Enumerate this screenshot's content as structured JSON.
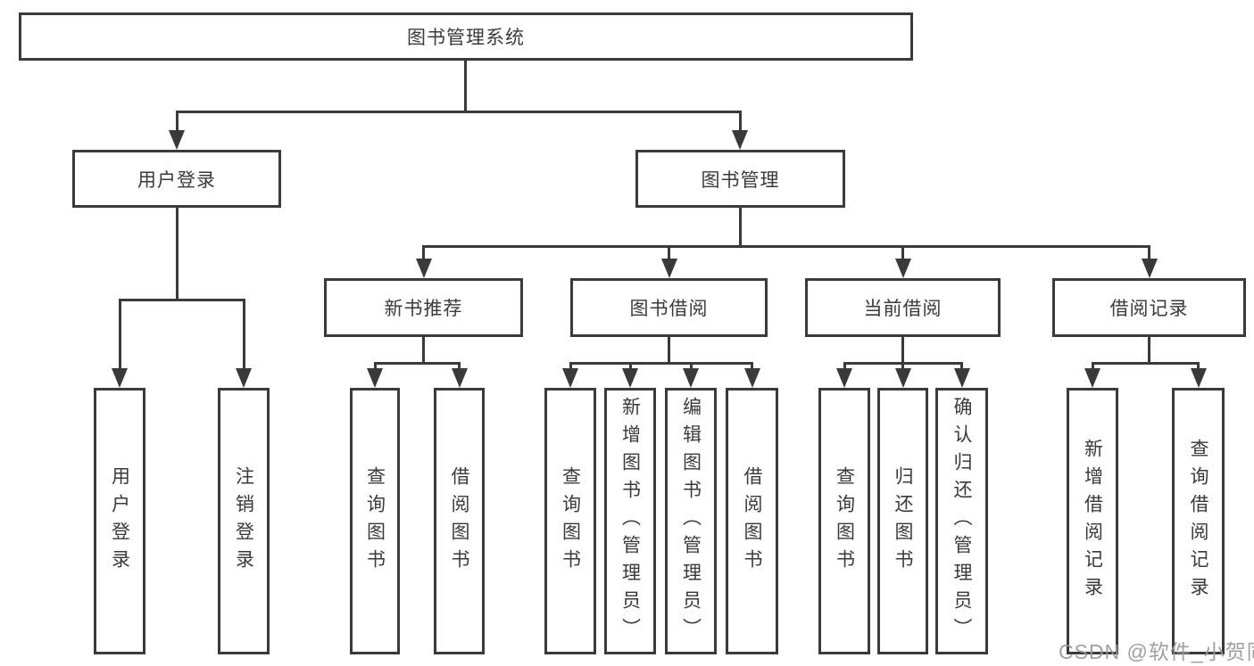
{
  "tree": {
    "root": {
      "label": "图书管理系统"
    },
    "level1": [
      {
        "label": "用户登录",
        "children": [
          {
            "label": "用户登录"
          },
          {
            "label": "注销登录"
          }
        ]
      },
      {
        "label": "图书管理",
        "children": [
          {
            "label": "新书推荐",
            "children": [
              {
                "label": "查询图书"
              },
              {
                "label": "借阅图书"
              }
            ]
          },
          {
            "label": "图书借阅",
            "children": [
              {
                "label": "查询图书"
              },
              {
                "label": "新增图书（管理员）"
              },
              {
                "label": "编辑图书（管理员）"
              },
              {
                "label": "借阅图书"
              }
            ]
          },
          {
            "label": "当前借阅",
            "children": [
              {
                "label": "查询图书"
              },
              {
                "label": "归还图书"
              },
              {
                "label": "确认归还（管理员）"
              }
            ]
          },
          {
            "label": "借阅记录",
            "children": [
              {
                "label": "新增借阅记录"
              },
              {
                "label": "查询借阅记录"
              }
            ]
          }
        ]
      }
    ]
  },
  "watermark": {
    "text": "CSDN @软件_小贺同学"
  },
  "colors": {
    "line": "#3a3a3a",
    "text": "#3a3a3a",
    "box_background": "#ffffff",
    "watermark": "#989898",
    "page_background": "#ffffff"
  }
}
